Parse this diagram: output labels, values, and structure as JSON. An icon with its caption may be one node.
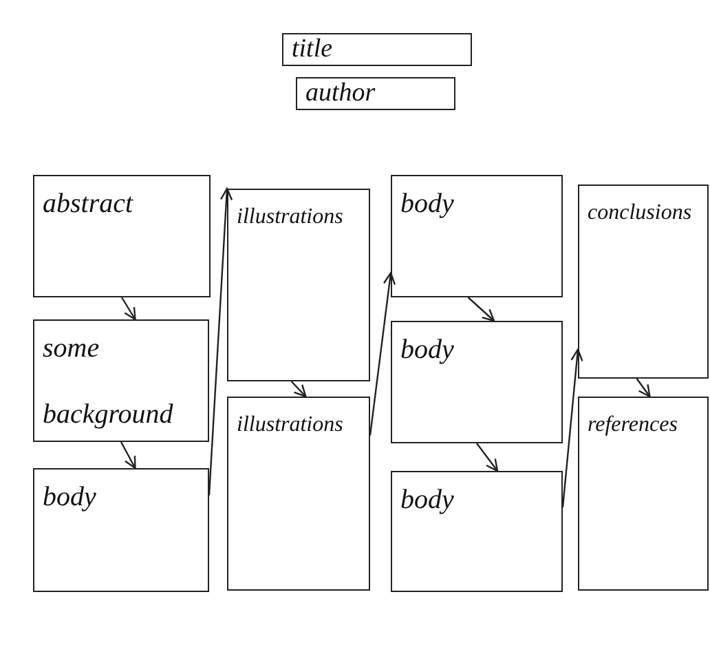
{
  "diagram": {
    "nodes": [
      {
        "text": [
          "title"
        ]
      },
      {
        "text": [
          "author"
        ]
      },
      {
        "text": [
          "abstract"
        ]
      },
      {
        "text": [
          "some background"
        ]
      },
      {
        "text": [
          "body"
        ]
      },
      {
        "text": [
          "illustrations"
        ]
      },
      {
        "text": [
          "illustrations"
        ]
      },
      {
        "text": [
          "body"
        ]
      },
      {
        "text": [
          "body"
        ]
      },
      {
        "text": [
          "body"
        ]
      },
      {
        "text": [
          "conclusions"
        ]
      },
      {
        "text": [
          "references"
        ]
      }
    ],
    "edges": [
      {
        "from": 2,
        "to": 3,
        "arrow": "to"
      },
      {
        "from": 3,
        "to": 4,
        "arrow": "to"
      },
      {
        "from": 4,
        "to": 5,
        "arrow": "to"
      },
      {
        "from": 5,
        "to": 6,
        "arrow": "to"
      },
      {
        "from": 6,
        "to": 7,
        "arrow": "to"
      },
      {
        "from": 7,
        "to": 8,
        "arrow": "to"
      },
      {
        "from": 8,
        "to": 9,
        "arrow": "to"
      },
      {
        "from": 9,
        "to": 10,
        "arrow": "to"
      },
      {
        "from": 10,
        "to": 11,
        "arrow": "to"
      }
    ]
  }
}
